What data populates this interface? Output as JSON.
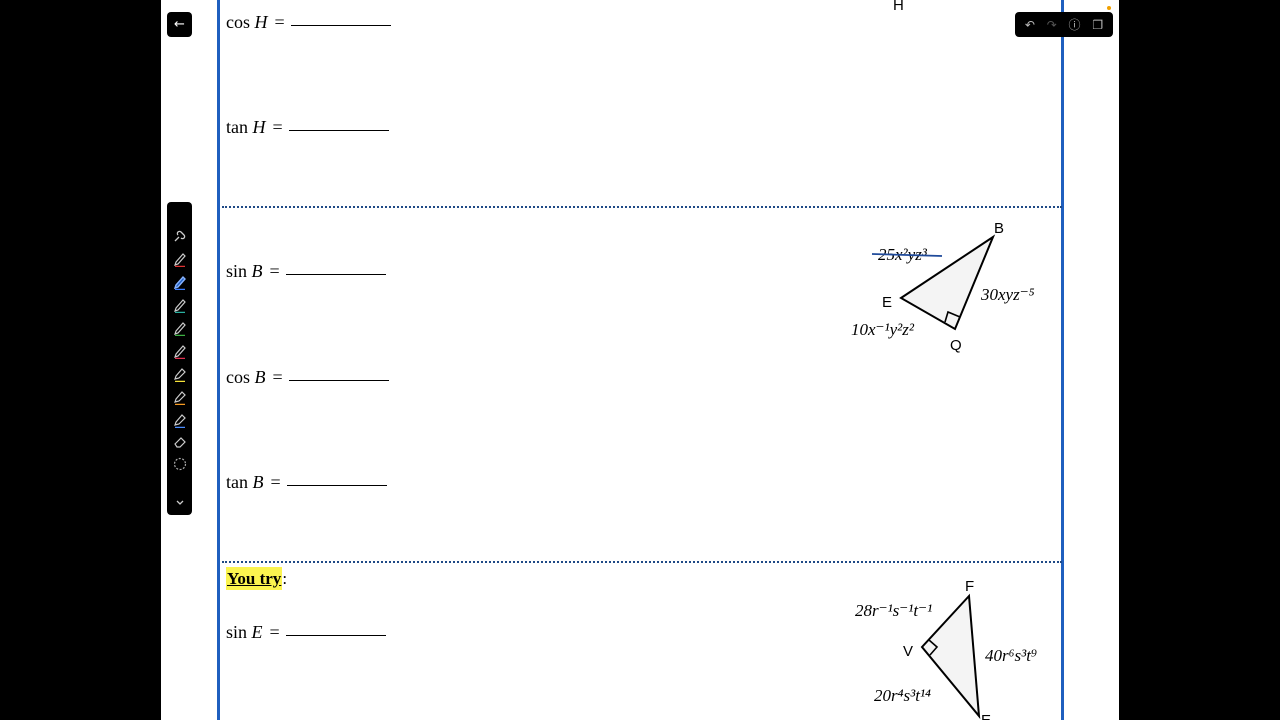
{
  "questions_section1": {
    "cos_H": {
      "func": "cos",
      "var": "H",
      "eq": "="
    },
    "tan_H": {
      "func": "tan",
      "var": "H",
      "eq": "="
    }
  },
  "questions_section2": {
    "sin_B": {
      "func": "sin",
      "var": "B",
      "eq": "="
    },
    "cos_B": {
      "func": "cos",
      "var": "B",
      "eq": "="
    },
    "tan_B": {
      "func": "tan",
      "var": "B",
      "eq": "="
    }
  },
  "you_try": {
    "label": "You try",
    "colon": ":"
  },
  "questions_section3": {
    "sin_E": {
      "func": "sin",
      "var": "E",
      "eq": "="
    }
  },
  "triangle_top": {
    "vertex_H": "H"
  },
  "triangle_EBQ": {
    "vertex_B": "B",
    "vertex_E": "E",
    "vertex_Q": "Q",
    "side_EB": "25x²yz³",
    "side_BQ": "30xyz⁻⁵",
    "side_EQ": "10x⁻¹y²z²"
  },
  "triangle_FVE": {
    "vertex_F": "F",
    "vertex_V": "V",
    "vertex_E": "E",
    "side_VF": "28r⁻¹s⁻¹t⁻¹",
    "side_FE": "40r⁶s³t⁹",
    "side_VE": "20r⁴s³t¹⁴"
  },
  "toolbar": {
    "back_icon": "arrow-left-icon",
    "tools": [
      "link-pen-icon",
      "pen-red-icon",
      "pen-blue-icon",
      "pen-teal-icon",
      "pen-green-icon",
      "pen-red2-icon",
      "highlighter-yellow-icon",
      "highlighter-orange-icon",
      "highlighter-blue-icon",
      "eraser-icon",
      "lasso-icon",
      "chevron-down-icon"
    ]
  },
  "topbar": {
    "icons": [
      "undo-icon",
      "redo-icon",
      "info-icon",
      "copy-pages-icon"
    ]
  },
  "colors": {
    "accent_blue": "#1f5fbf",
    "highlight_yellow": "#fbf44f",
    "strike_blue": "#1f4a9a"
  }
}
